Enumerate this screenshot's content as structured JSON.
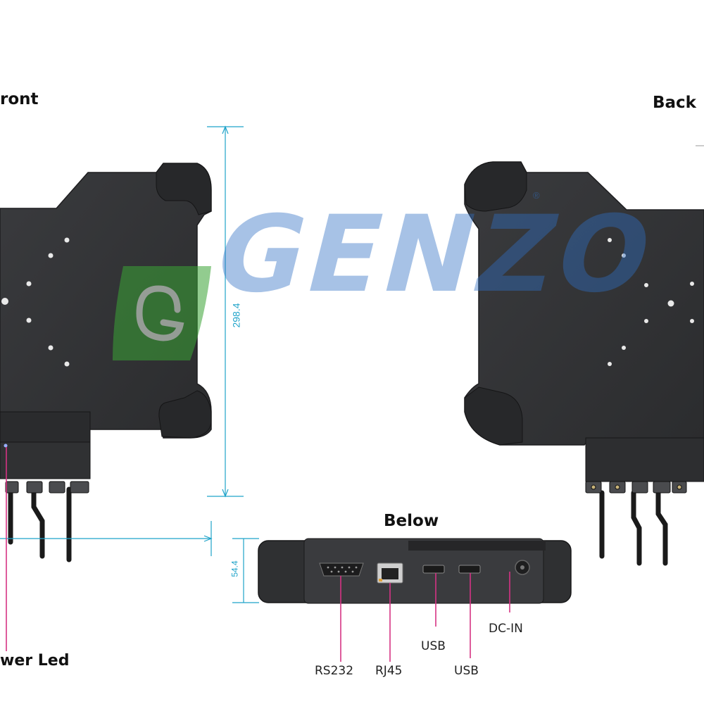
{
  "views": {
    "front_label": "ront",
    "back_label": "Back",
    "below_label": "Below"
  },
  "callouts": {
    "power_led": "wer Led",
    "rs232": "RS232",
    "rj45": "RJ45",
    "usb_1": "USB",
    "usb_2": "USB",
    "dc_in": "DC-IN"
  },
  "dimensions": {
    "height": "298.4",
    "depth": "54.4"
  },
  "watermark": {
    "brand": "GENZO",
    "registered_mark": "®"
  },
  "colors": {
    "device_body": "#333436",
    "device_dark": "#232325",
    "dimension_line": "#1fa3c9",
    "callout_line": "#d63384",
    "watermark_green": "#3aa435",
    "watermark_blue": "#2f6fc4"
  }
}
